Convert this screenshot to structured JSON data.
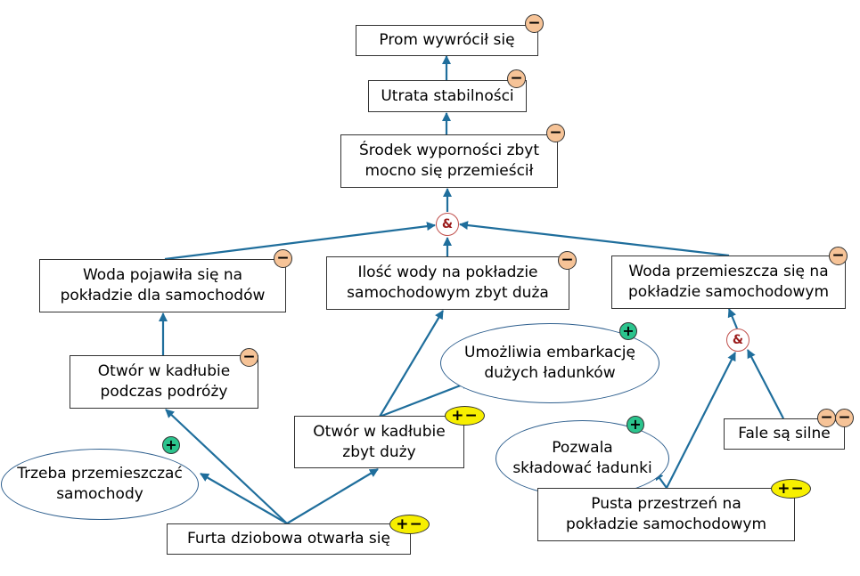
{
  "nodes": {
    "prom": "Prom wywrócił się",
    "utrata": "Utrata stabilności",
    "srodek": "Środek wyporności zbyt\nmocno się przemieścił",
    "woda_pojawila": "Woda pojawiła się na\npokładzie dla samochodów",
    "ilosc_wody": "Ilość wody na pokładzie\nsamochodowym zbyt duża",
    "woda_przemieszcza": "Woda przemieszcza się na\npokładzie samochodowym",
    "otwor_podroz": "Otwór w kadłubie\npodczas podróży",
    "otwor_duzy": "Otwór w kadłubie\nzbyt duży",
    "fale": "Fale są silne",
    "furta": "Furta dziobowa otwarła się",
    "pusta": "Pusta przestrzeń na\npokładzie samochodowym"
  },
  "ovals": {
    "umozliwia": "Umożliwia embarkację\ndużych ładunków",
    "pozwala": "Pozwala\nskładować ładunki",
    "trzeba": "Trzeba przemieszczać\nsamochody"
  },
  "badges": {
    "minus": "−",
    "plus": "+",
    "plus_minus": "+−"
  },
  "and_symbol": "&",
  "colors": {
    "arrow": "#1f6e9c",
    "minus_badge": "#f6c397",
    "plus_badge": "#2bc48d",
    "plus_minus_badge": "#f7ef00",
    "and_border": "#c0504d"
  }
}
